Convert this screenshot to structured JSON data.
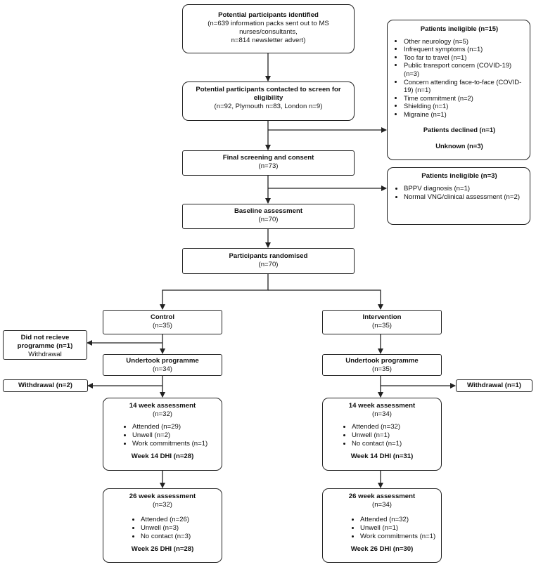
{
  "identified": {
    "title": "Potential participants identified",
    "lines": [
      "(n=639 information packs sent out to MS",
      "nurses/consultants,",
      "n=814 newsletter advert)"
    ]
  },
  "ineligible1": {
    "title": "Patients ineligible (n=15)",
    "items": [
      "Other neurology (n=5)",
      "Infrequent symptoms (n=1)",
      "Too far to travel (n=1)",
      "Public transport concern (COVID-19) (n=3)",
      "Concern attending face-to-face (COVID-19) (n=1)",
      "Time commitment (n=2)",
      "Shielding (n=1)",
      "Migraine (n=1)"
    ],
    "declined": "Patients declined (n=1)",
    "unknown": "Unknown (n=3)"
  },
  "contacted": {
    "title": "Potential participants contacted to screen for eligibility",
    "sub": "(n=92, Plymouth n=83, London n=9)"
  },
  "final_screening": {
    "title": "Final screening and consent",
    "sub": "(n=73)"
  },
  "ineligible2": {
    "title": "Patients ineligible (n=3)",
    "items": [
      "BPPV diagnosis (n=1)",
      "Normal VNG/clinical assessment (n=2)"
    ]
  },
  "baseline": {
    "title": "Baseline assessment",
    "sub": "(n=70)"
  },
  "randomised": {
    "title": "Participants randomised",
    "sub": "(n=70)"
  },
  "control": {
    "group": {
      "title": "Control",
      "sub": "(n=35)"
    },
    "not_received": {
      "title": "Did not recieve programme (n=1)",
      "sub": "Withdrawal"
    },
    "undertook": {
      "title": "Undertook programme",
      "sub": "(n=34)"
    },
    "withdrawal": "Withdrawal (n=2)",
    "wk14": {
      "title": "14 week assessment",
      "sub": "(n=32)",
      "items": [
        "Attended (n=29)",
        "Unwell (n=2)",
        "Work commitments (n=1)"
      ],
      "dhi": "Week 14 DHI (n=28)"
    },
    "wk26": {
      "title": "26 week assessment",
      "sub": "(n=32)",
      "items": [
        "Attended (n=26)",
        "Unwell (n=3)",
        "No contact (n=3)"
      ],
      "dhi": "Week 26 DHI (n=28)"
    }
  },
  "intervention": {
    "group": {
      "title": "Intervention",
      "sub": "(n=35)"
    },
    "undertook": {
      "title": "Undertook programme",
      "sub": "(n=35)"
    },
    "withdrawal": "Withdrawal (n=1)",
    "wk14": {
      "title": "14 week assessment",
      "sub": "(n=34)",
      "items": [
        "Attended (n=32)",
        "Unwell (n=1)",
        "No contact (n=1)"
      ],
      "dhi": "Week 14 DHI (n=31)"
    },
    "wk26": {
      "title": "26 week assessment",
      "sub": "(n=34)",
      "items": [
        "Attended (n=32)",
        "Unwell (n=1)",
        "Work commitments (n=1)"
      ],
      "dhi": "Week 26 DHI (n=30)"
    }
  }
}
